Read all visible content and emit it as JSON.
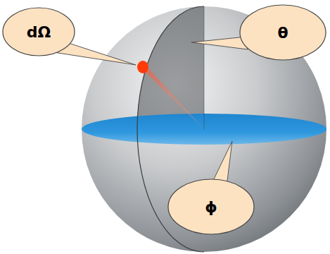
{
  "diagram": {
    "nodes": [
      {
        "text": [
          "dΩ"
        ]
      },
      {
        "text": [
          "θ"
        ]
      },
      {
        "text": [
          "ϕ"
        ]
      }
    ]
  }
}
